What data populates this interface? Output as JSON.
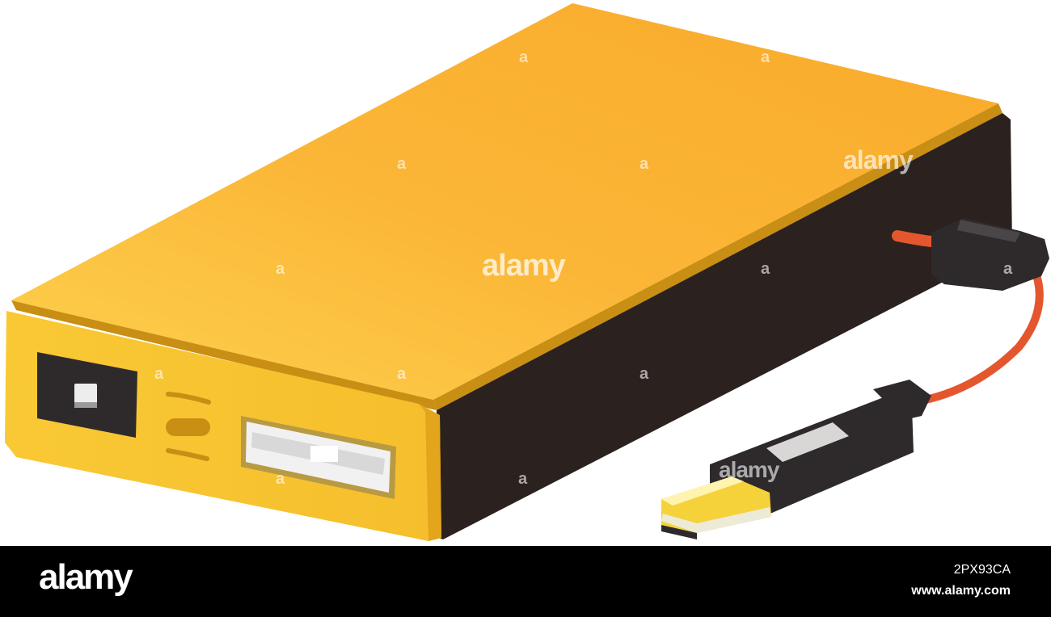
{
  "image": {
    "subject": "power bank with usb cable illustration",
    "colors": {
      "body_top": "#FBB032",
      "body_front": "#F7C030",
      "body_side": "#2B211E",
      "cable": "#E4572E",
      "connector": "#2E2A2A",
      "usb_plug": "#F5D23A"
    }
  },
  "watermark": {
    "brand": "alamy",
    "letter": "a"
  },
  "footer": {
    "logo": "alamy",
    "image_id": "2PX93CA",
    "url": "www.alamy.com"
  }
}
